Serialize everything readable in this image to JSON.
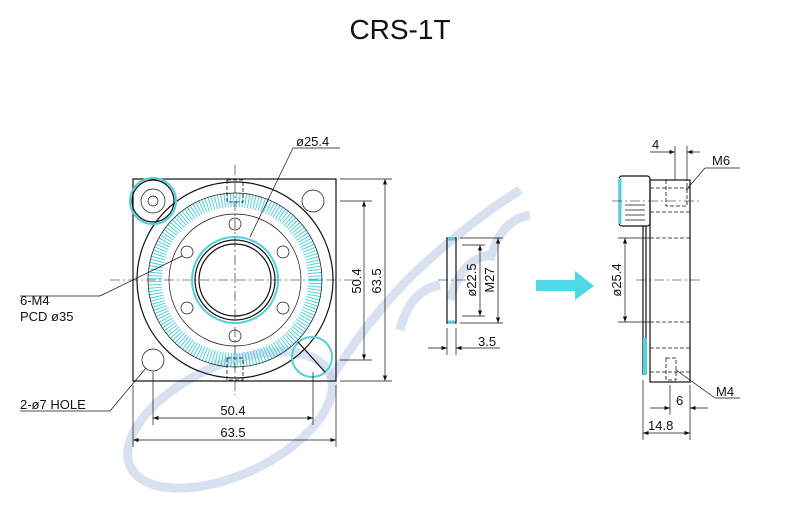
{
  "title": "CRS-1T",
  "front_view": {
    "dim_bore": "ø25.4",
    "dim_inner_w": "50.4",
    "dim_outer_w": "63.5",
    "dim_inner_h": "50.4",
    "dim_outer_h": "63.5",
    "callout_holes_line1": "6-M4",
    "callout_holes_line2": "PCD ø35",
    "callout_mount": "2-ø7 HOLE"
  },
  "ring_view": {
    "dim_inner": "ø22.5",
    "dim_thread": "M27",
    "dim_thickness": "3.5"
  },
  "side_view": {
    "dim_top": "4",
    "thread_top": "M6",
    "dim_bore": "ø25.4",
    "thread_bottom": "M4",
    "dim_bottom": "6",
    "dim_depth": "14.8"
  },
  "colors": {
    "accent": "#4fd0dc",
    "watermark": "#b8c8e8"
  }
}
